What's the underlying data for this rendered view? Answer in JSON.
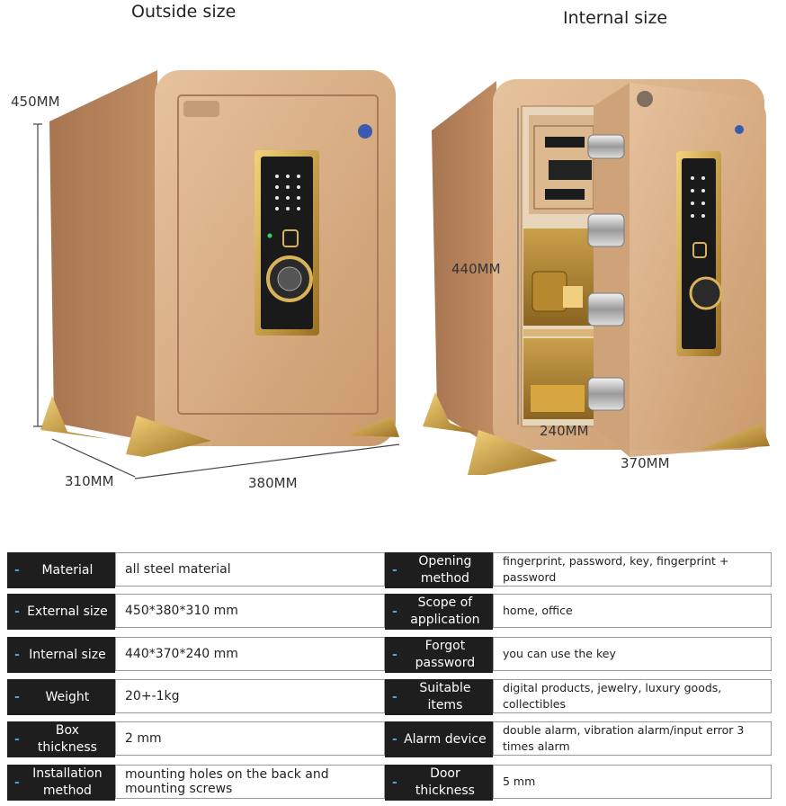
{
  "captions": {
    "outside": "Outside size",
    "internal": "Internal size"
  },
  "dimensions": {
    "outside_height": "450MM",
    "outside_depth": "310MM",
    "outside_width": "380MM",
    "inside_height": "440MM",
    "inside_depth": "240MM",
    "inside_width": "370MM"
  },
  "specs": [
    {
      "label": "Material",
      "value": "all steel material",
      "label2": "Opening method",
      "value2": "fingerprint, password, key, fingerprint + password"
    },
    {
      "label": "External size",
      "value": "450*380*310 mm",
      "label2": "Scope of application",
      "value2": "home, office"
    },
    {
      "label": "Internal size",
      "value": "440*370*240 mm",
      "label2": "Forgot password",
      "value2": "you can use the key"
    },
    {
      "label": "Weight",
      "value": "20+-1kg",
      "label2": "Suitable items",
      "value2": "digital products, jewelry, luxury goods, collectibles"
    },
    {
      "label": "Box thickness",
      "value": "2 mm",
      "label2": "Alarm device",
      "value2": "double alarm, vibration alarm/input error 3 times alarm"
    },
    {
      "label": "Installation method",
      "value": "mounting holes on the back and mounting screws",
      "label2": "Door thickness",
      "value2": "5 mm"
    }
  ],
  "colors": {
    "safe_body": "#c99a6e",
    "safe_light": "#e0b991",
    "label_bg": "#1e1e1e",
    "accent_dash": "#4aa3df"
  }
}
